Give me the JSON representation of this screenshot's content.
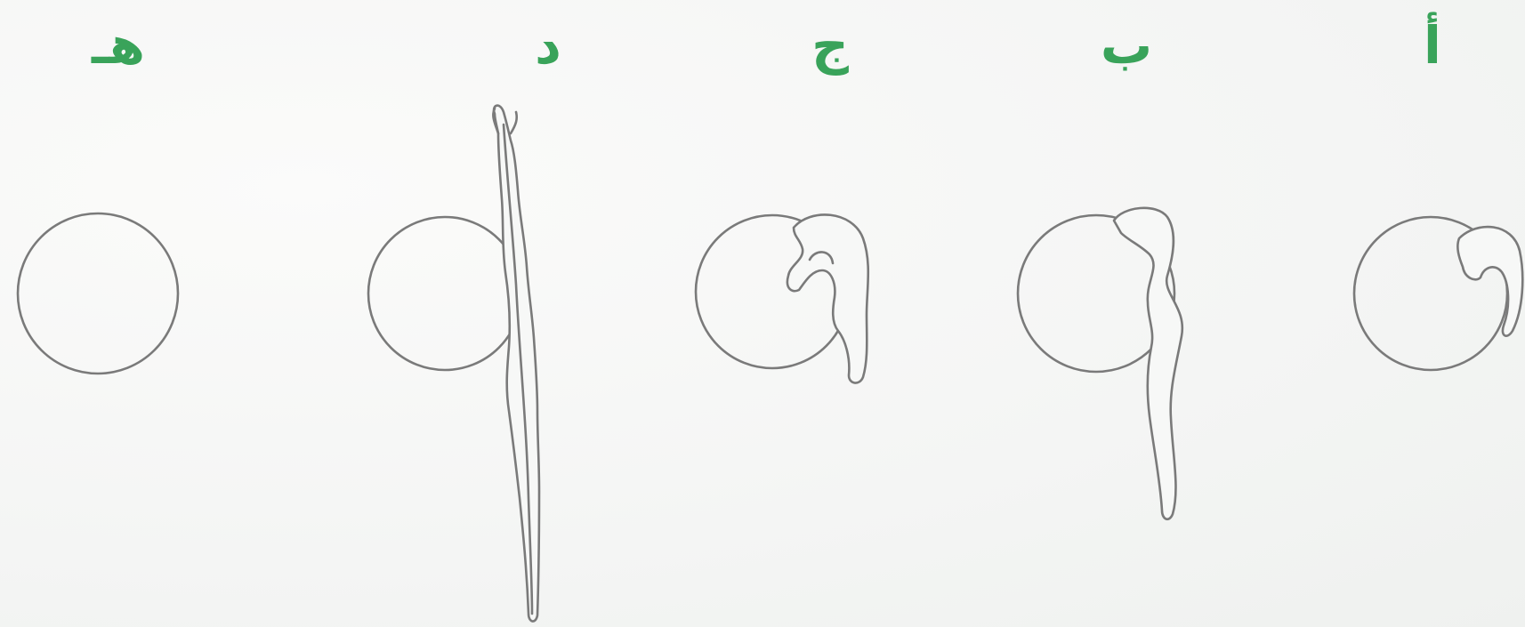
{
  "figure": {
    "stages": [
      {
        "id": "a",
        "label": "أ"
      },
      {
        "id": "b",
        "label": "ب"
      },
      {
        "id": "c",
        "label": "ج"
      },
      {
        "id": "d",
        "label": "د"
      },
      {
        "id": "e",
        "label": "هـ"
      }
    ],
    "colors": {
      "label": "#39a35a",
      "outline": "#7a7a7a",
      "background": "#f7f8f7"
    }
  }
}
